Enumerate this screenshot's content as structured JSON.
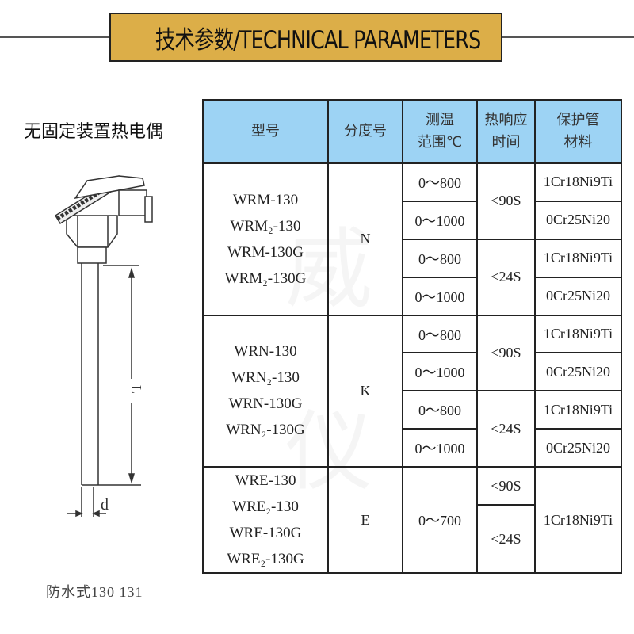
{
  "banner": {
    "title": "技术参数/TECHNICAL PARAMETERS",
    "background": "#dcae48"
  },
  "subtitle": "无固定装置热电偶",
  "drawing": {
    "length_label": "L",
    "diameter_label": "d",
    "caption": "防水式130 131"
  },
  "table": {
    "header_background": "#9dd3f4",
    "headers": [
      "型号",
      "分度号",
      "测温\n范围℃",
      "热响应\n时间",
      "保护管\n材料"
    ],
    "groups": [
      {
        "models": [
          "WRM-130",
          "WRM₂-130",
          "WRM-130G",
          "WRM₂-130G"
        ],
        "graduation": "N",
        "ranges": [
          "0～800",
          "0～1000",
          "0～800",
          "0～1000"
        ],
        "response": [
          "<90S",
          "<24S"
        ],
        "materials": [
          "1Cr18Ni9Ti",
          "0Cr25Ni20",
          "1Cr18Ni9Ti",
          "0Cr25Ni20"
        ]
      },
      {
        "models": [
          "WRN-130",
          "WRN₂-130",
          "WRN-130G",
          "WRN₂-130G"
        ],
        "graduation": "K",
        "ranges": [
          "0～800",
          "0～1000",
          "0～800",
          "0～1000"
        ],
        "response": [
          "<90S",
          "<24S"
        ],
        "materials": [
          "1Cr18Ni9Ti",
          "0Cr25Ni20",
          "1Cr18Ni9Ti",
          "0Cr25Ni20"
        ]
      },
      {
        "models": [
          "WRE-130",
          "WRE₂-130",
          "WRE-130G",
          "WRE₂-130G"
        ],
        "graduation": "E",
        "ranges": [
          "0～700"
        ],
        "response": [
          "<90S",
          "<24S"
        ],
        "materials": [
          "1Cr18Ni9Ti"
        ]
      }
    ]
  }
}
